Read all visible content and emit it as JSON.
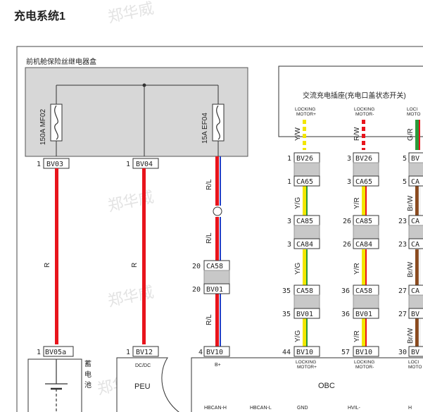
{
  "page": {
    "title": "充电系统1",
    "watermark": "郑华威"
  },
  "fuse_box": {
    "label": "前机舱保险丝继电器盒",
    "fuse_main": "150A MF02",
    "fuse_small": "15A EF04"
  },
  "charge_port": {
    "label": "交流充电插座(充电口盖状态开关)",
    "pins": [
      {
        "line1": "LOCKING",
        "line2": "MOTOR+"
      },
      {
        "line1": "LOCKING",
        "line2": "MOTOR-"
      },
      {
        "line1": "LOCI",
        "line2": "MOTO"
      }
    ]
  },
  "wire_colors": {
    "w1": "R",
    "w2": "R",
    "w3a": "R/L",
    "w3b": "R/L",
    "w3c": "R/L",
    "c1a": "Y/W",
    "c1b": "Y/G",
    "c1c": "Y/G",
    "c1d": "Y/G",
    "c2a": "R/W",
    "c2b": "Y/R",
    "c2c": "Y/R",
    "c2d": "Y/R",
    "c3a": "G/R",
    "c3b": "Br/W",
    "c3c": "Br/W",
    "c3d": "Br/W"
  },
  "connectors": {
    "f_bv03": {
      "pin": "1",
      "name": "BV03"
    },
    "f_bv04": {
      "pin": "1",
      "name": "BV04"
    },
    "c1_bv26": {
      "pin": "1",
      "name": "BV26"
    },
    "c2_bv26": {
      "pin": "3",
      "name": "BV26"
    },
    "c3_bv": {
      "pin": "5",
      "name": "BV"
    },
    "c1_ca65": {
      "pin": "1",
      "name": "CA65"
    },
    "c2_ca65": {
      "pin": "3",
      "name": "CA65"
    },
    "c3_ca": {
      "pin": "5",
      "name": "CA"
    },
    "c1_ca85": {
      "pin": "3",
      "name": "CA85"
    },
    "c2_ca85": {
      "pin": "26",
      "name": "CA85"
    },
    "c3_ca85": {
      "pin": "23",
      "name": "CA"
    },
    "c1_ca84": {
      "pin": "3",
      "name": "CA84"
    },
    "c2_ca84": {
      "pin": "26",
      "name": "CA84"
    },
    "c3_ca84": {
      "pin": "23",
      "name": "CA"
    },
    "c0_ca58": {
      "pin": "20",
      "name": "CA58"
    },
    "c0_bv01": {
      "pin": "20",
      "name": "BV01"
    },
    "c1_ca58": {
      "pin": "35",
      "name": "CA58"
    },
    "c2_ca58": {
      "pin": "36",
      "name": "CA58"
    },
    "c3_ca58": {
      "pin": "27",
      "name": "CA"
    },
    "c1_bv01": {
      "pin": "35",
      "name": "BV01"
    },
    "c2_bv01": {
      "pin": "36",
      "name": "BV01"
    },
    "c3_bv01": {
      "pin": "27",
      "name": "BV"
    },
    "b_bv05a": {
      "pin": "1",
      "name": "BV05a"
    },
    "b_bv12": {
      "pin": "1",
      "name": "BV12"
    },
    "b_bv10a": {
      "pin": "4",
      "name": "BV10"
    },
    "b_bv10b": {
      "pin": "44",
      "name": "BV10"
    },
    "b_bv10c": {
      "pin": "57",
      "name": "BV10"
    },
    "b_bv": {
      "pin": "30",
      "name": "BV"
    }
  },
  "battery": {
    "label": "蓄电池"
  },
  "peu": {
    "label": "PEU",
    "sub": "DC/DC"
  },
  "obc": {
    "label": "OBC",
    "pin_bplus": "B+",
    "pin1_l1": "LOCKING",
    "pin1_l2": "MOTOR+",
    "pin2_l1": "LOCKING",
    "pin2_l2": "MOTOR-",
    "pin3_l1": "LOCI",
    "pin3_l2": "MOTO",
    "bottom": [
      "HBCAN-H",
      "HBCAN-L",
      "GND",
      "HVIL-",
      "H"
    ]
  },
  "colors": {
    "red": "#e8141c",
    "yellow": "#f2e600",
    "green": "#2a9a3a",
    "white": "#ffffff",
    "brown": "#8b4a1e",
    "blue": "#2040c8",
    "box_gray": "#d7d7d7",
    "connector_gray": "#c8c8c8"
  }
}
